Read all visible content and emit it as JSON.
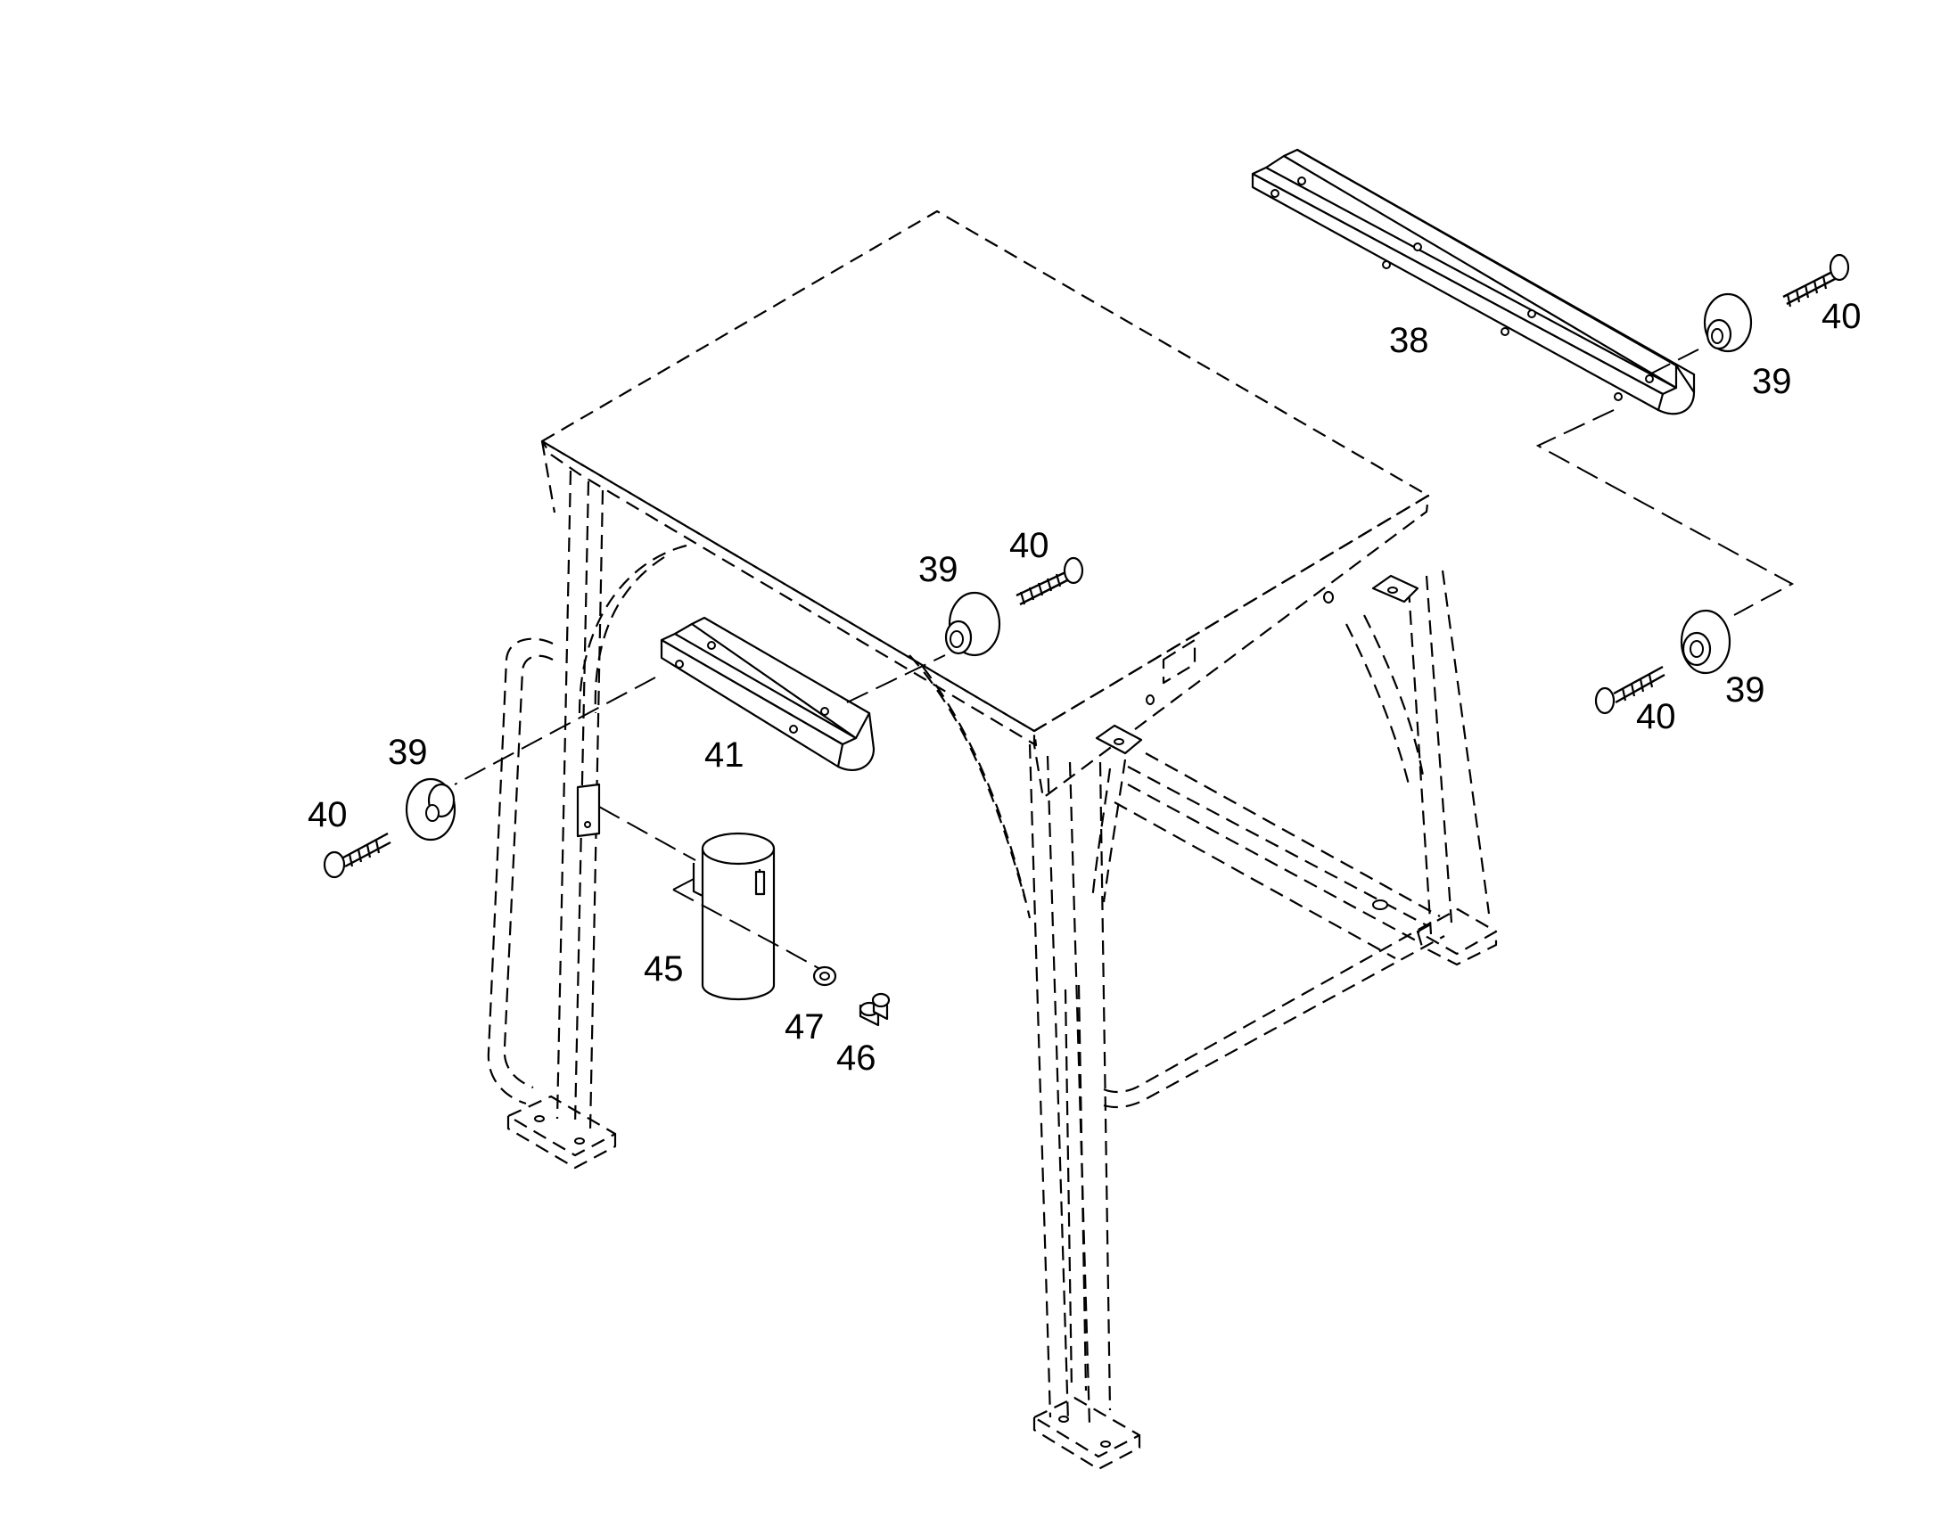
{
  "callouts": {
    "c38": "38",
    "c39_top_right": "39",
    "c40_top_right": "40",
    "c39_mid_right": "39",
    "c40_mid_right": "40",
    "c39_center": "39",
    "c40_center": "40",
    "c41": "41",
    "c39_left": "39",
    "c40_left": "40",
    "c45": "45",
    "c47": "47",
    "c46": "46"
  }
}
